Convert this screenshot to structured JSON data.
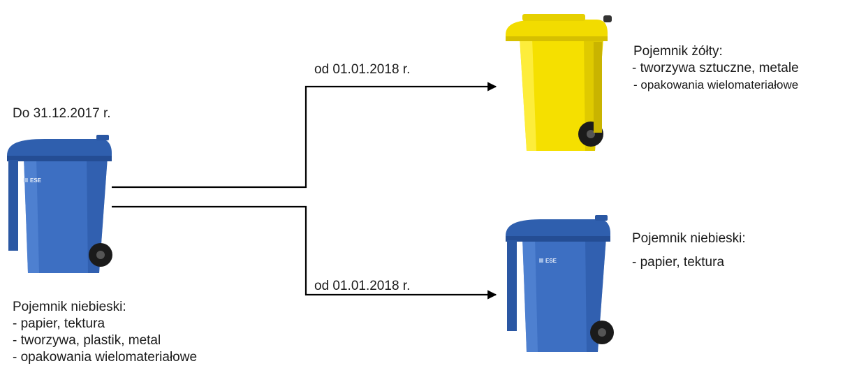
{
  "source": {
    "date_label": "Do 31.12.2017 r.",
    "title": "Pojemnik niebieski:",
    "items": [
      "- papier, tektura",
      "- tworzywa, plastik, metal",
      "- opakowania wielomateriałowe"
    ],
    "color": "#3d6fc2",
    "logo": "ESE"
  },
  "target_yellow": {
    "arrow_label": "od 01.01.2018 r.",
    "title": "Pojemnik żółty:",
    "items": [
      "- tworzywa sztuczne, metale",
      "- opakowania wielomateriałowe"
    ],
    "color": "#f5e000"
  },
  "target_blue": {
    "arrow_label": "od 01.01.2018 r.",
    "title": "Pojemnik niebieski:",
    "items": [
      "- papier, tektura"
    ],
    "color": "#3d6fc2",
    "logo": "ESE"
  }
}
